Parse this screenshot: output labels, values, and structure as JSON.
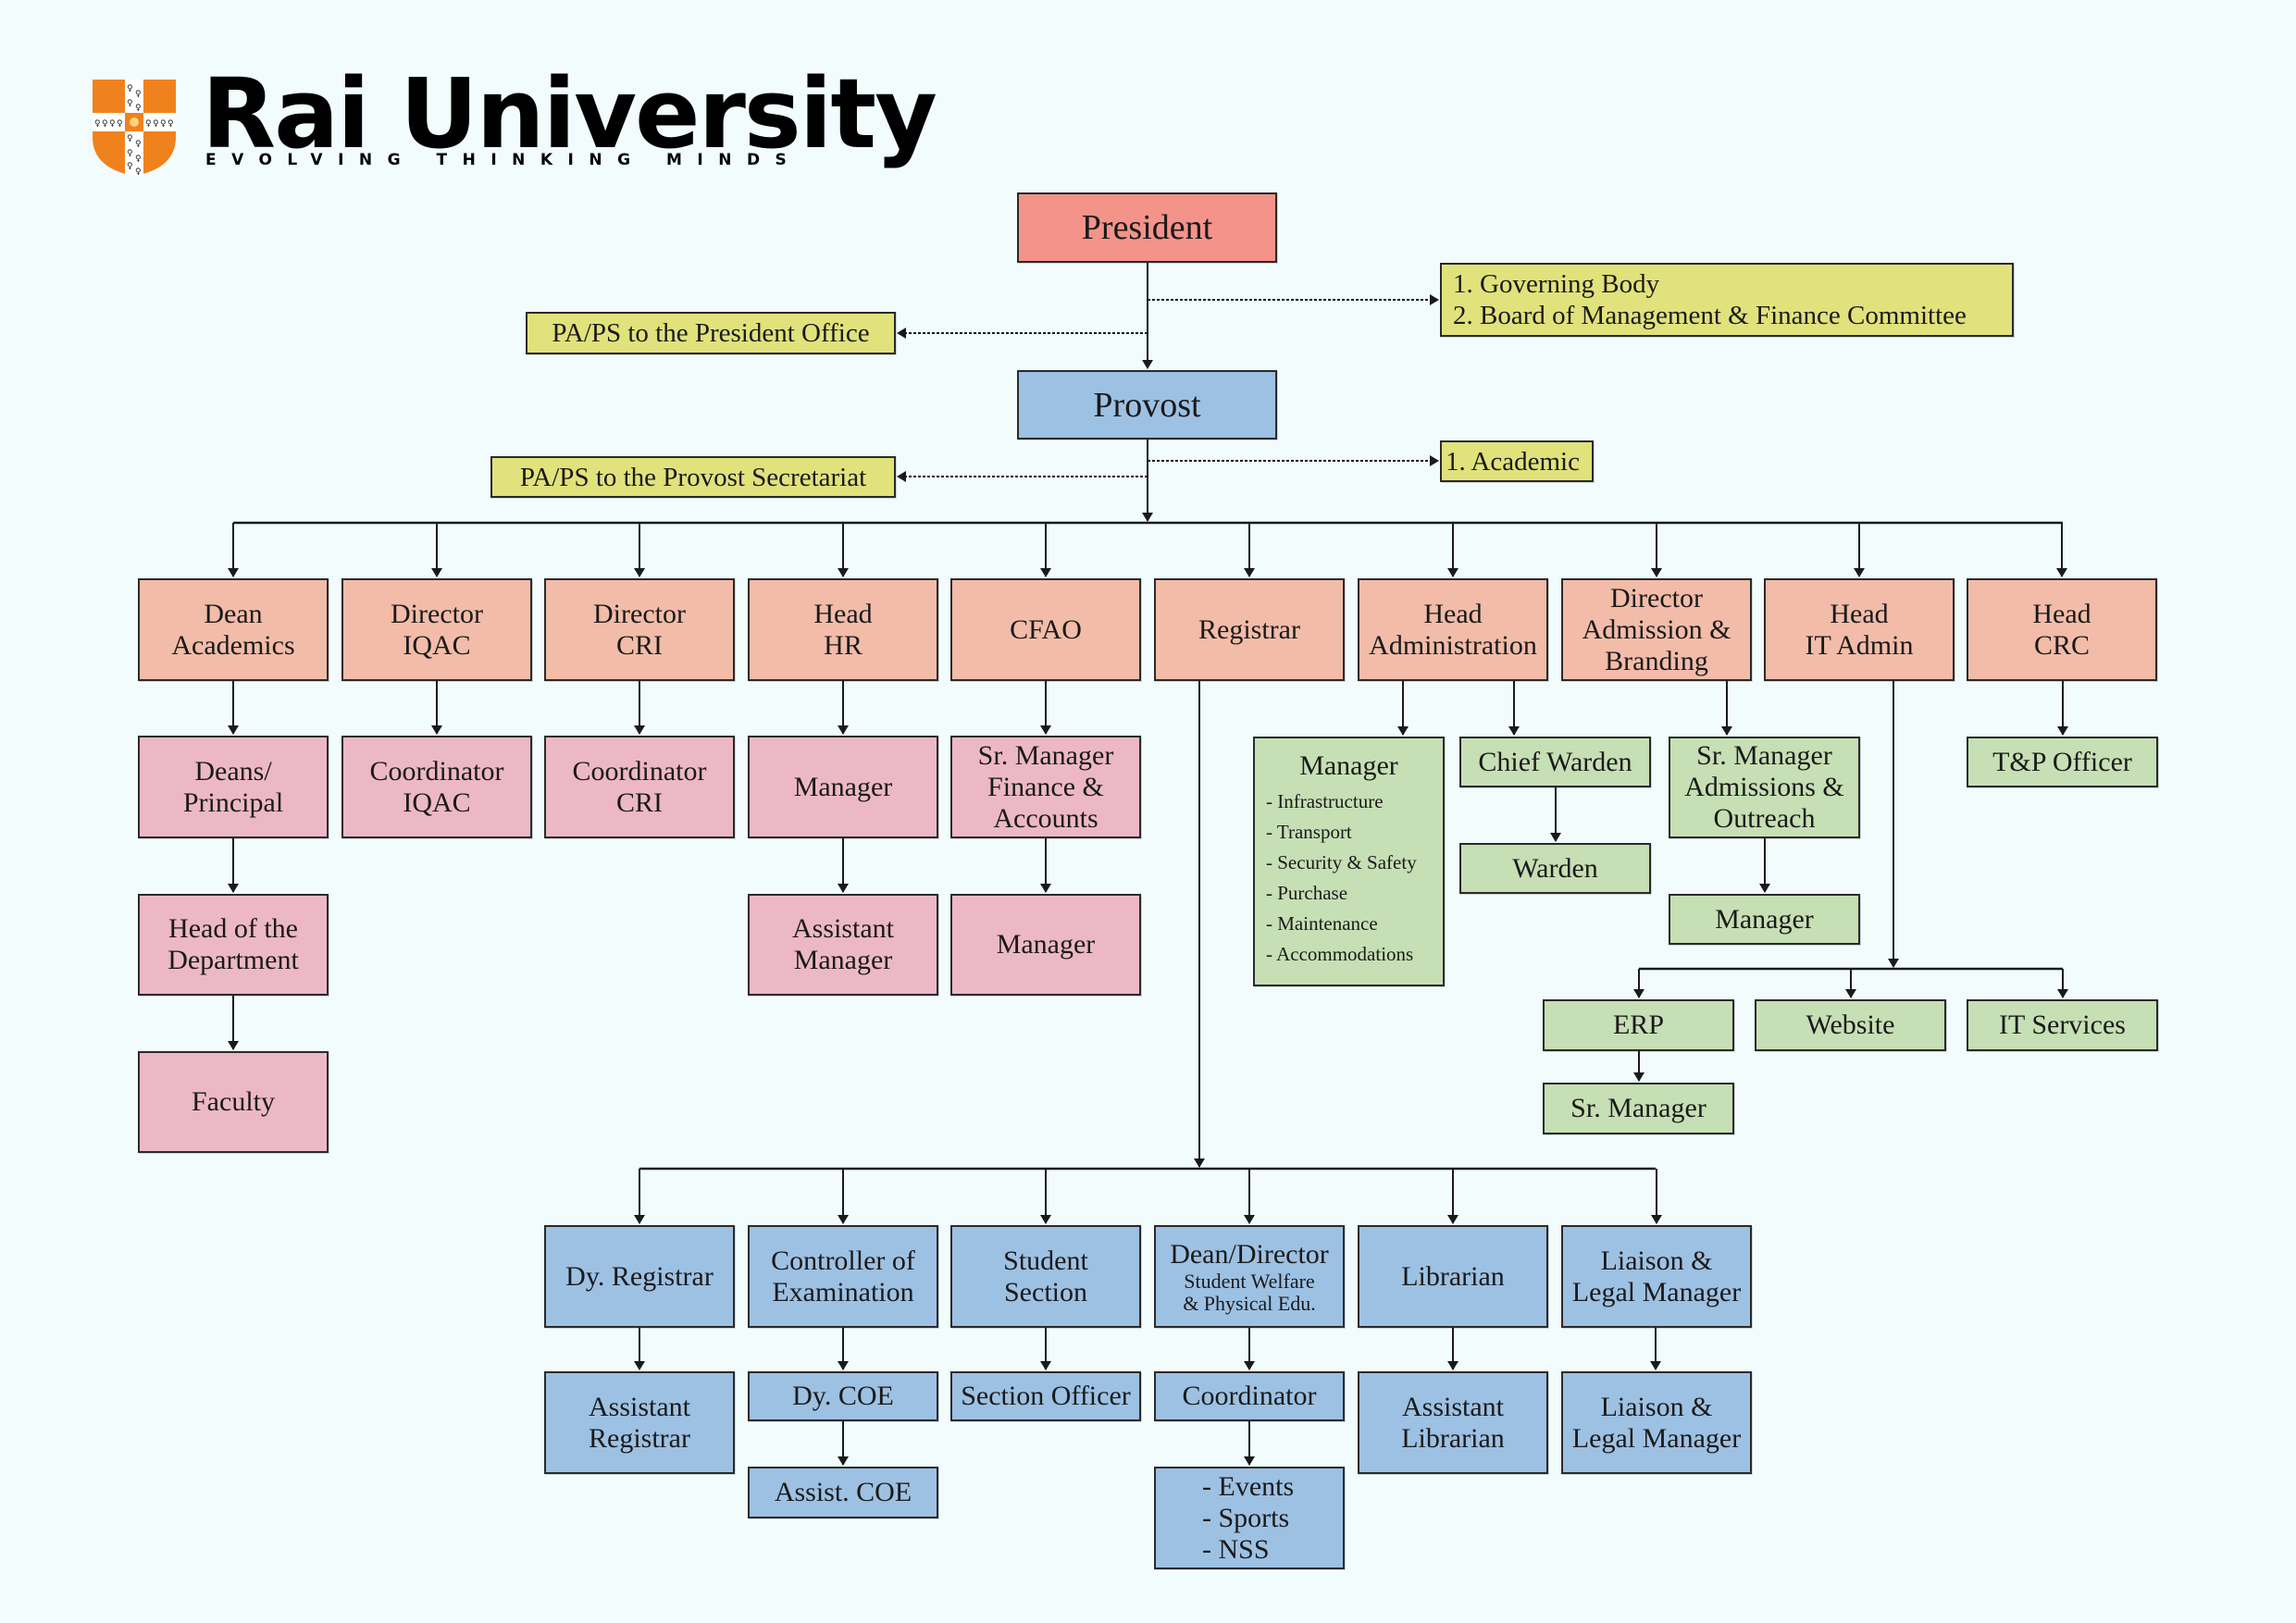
{
  "logo": {
    "icon": "university-shield-icon",
    "title": "Rai University",
    "tagline": "EVOLVING  THINKING  MINDS",
    "colors": {
      "shield": "#F0821E",
      "text": "#000000"
    }
  },
  "colors": {
    "background": "#F2FCFD",
    "president": "#F4938A",
    "provost": "#9DC1E3",
    "advisory": "#E1E27B",
    "heads": "#F2BCA9",
    "academic_staff": "#EDB8C5",
    "admin_staff": "#C6DFB4",
    "registrar_staff": "#9DC1E3"
  },
  "top": {
    "president": "President",
    "provost": "Provost",
    "governing": [
      "1. Governing Body",
      "2. Board of Management & Finance Committee"
    ],
    "academic": "1. Academic",
    "pa_president": "PA/PS to the President Office",
    "pa_provost": "PA/PS to the Provost Secretariat"
  },
  "heads": [
    {
      "lines": [
        "Dean",
        "Academics"
      ]
    },
    {
      "lines": [
        "Director",
        "IQAC"
      ]
    },
    {
      "lines": [
        "Director",
        "CRI"
      ]
    },
    {
      "lines": [
        "Head",
        "HR"
      ]
    },
    {
      "lines": [
        "CFAO"
      ]
    },
    {
      "lines": [
        "Registrar"
      ]
    },
    {
      "lines": [
        "Head",
        "Administration"
      ]
    },
    {
      "lines": [
        "Director",
        "Admission &",
        "Branding"
      ]
    },
    {
      "lines": [
        "Head",
        "IT Admin"
      ]
    },
    {
      "lines": [
        "Head",
        "CRC"
      ]
    }
  ],
  "academics": {
    "deans_principal": [
      "Deans/",
      "Principal"
    ],
    "hod": [
      "Head of the",
      "Department"
    ],
    "faculty": "Faculty"
  },
  "iqac": {
    "coordinator": [
      "Coordinator",
      "IQAC"
    ]
  },
  "cri": {
    "coordinator": [
      "Coordinator",
      "CRI"
    ]
  },
  "hr": {
    "manager": "Manager",
    "assistant_manager": [
      "Assistant",
      "Manager"
    ]
  },
  "cfao": {
    "sr_manager": [
      "Sr. Manager",
      "Finance &",
      "Accounts"
    ],
    "manager": "Manager"
  },
  "administration": {
    "manager": {
      "title": "Manager",
      "items": [
        "- Infrastructure",
        "- Transport",
        "- Security & Safety",
        "- Purchase",
        "- Maintenance",
        "- Accommodations"
      ]
    },
    "chief_warden": "Chief Warden",
    "warden": "Warden"
  },
  "admission": {
    "sr_manager": [
      "Sr. Manager",
      "Admissions &",
      "Outreach"
    ],
    "manager": "Manager"
  },
  "it": {
    "erp": "ERP",
    "website": "Website",
    "it_services": "IT Services",
    "erp_sr_manager": "Sr. Manager"
  },
  "crc": {
    "tp_officer": "T&P Officer"
  },
  "registrar": {
    "units": [
      {
        "lines": [
          "Dy. Registrar"
        ]
      },
      {
        "lines": [
          "Controller of",
          "Examination"
        ]
      },
      {
        "lines": [
          "Student",
          "Section"
        ]
      },
      {
        "lines": [
          "Dean/Director"
        ],
        "sub": [
          "Student Welfare",
          "& Physical Edu."
        ]
      },
      {
        "lines": [
          "Librarian"
        ]
      },
      {
        "lines": [
          "Liaison &",
          "Legal Manager"
        ]
      }
    ],
    "assistant_registrar": [
      "Assistant",
      "Registrar"
    ],
    "dy_coe": "Dy. COE",
    "assist_coe": "Assist. COE",
    "section_officer": "Section Officer",
    "coordinator": "Coordinator",
    "activities": [
      "- Events",
      "- Sports",
      "- NSS"
    ],
    "assistant_librarian": [
      "Assistant",
      "Librarian"
    ],
    "liaison_legal": [
      "Liaison &",
      "Legal Manager"
    ]
  }
}
